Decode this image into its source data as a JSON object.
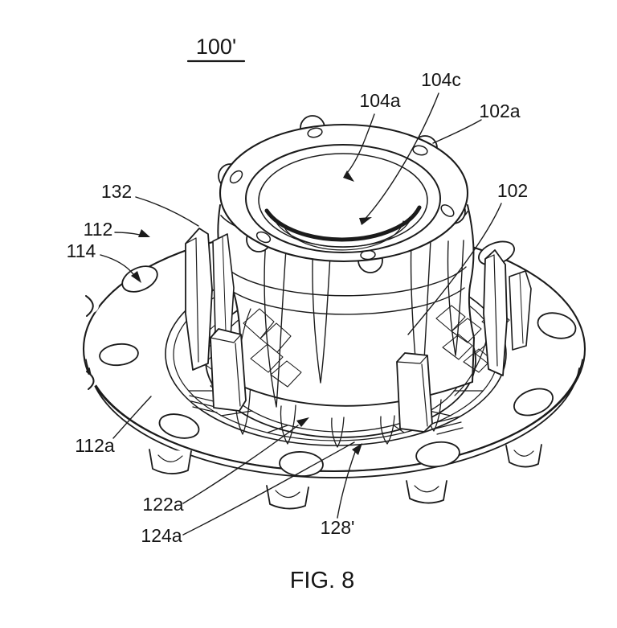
{
  "figure": {
    "type": "patent-line-drawing",
    "subject": "wheel hub assembly, perspective view",
    "labels": {
      "l100": "100'",
      "l104a": "104a",
      "l104c": "104c",
      "l102a": "102a",
      "l102": "102",
      "l132": "132",
      "l112": "112",
      "l114": "114",
      "l112a": "112a",
      "l122a": "122a",
      "l124a": "124a",
      "l128": "128'",
      "fig": "FIG. 8"
    }
  },
  "colors": {
    "line": "#1b1b1b",
    "background": "#ffffff"
  }
}
